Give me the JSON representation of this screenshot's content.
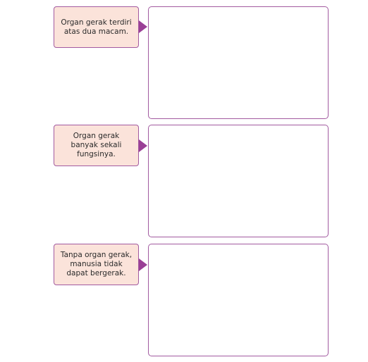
{
  "rows": [
    {
      "prompt": "Organ gerak terdiri atas dua macam."
    },
    {
      "prompt": "Organ gerak banyak sekali fungsinya."
    },
    {
      "prompt": "Tanpa organ gerak, manusia tidak dapat bergerak."
    }
  ],
  "colors": {
    "prompt_fill": "#fbe3da",
    "border": "#a25aa0",
    "arrow": "#9a3f96"
  },
  "icons": {
    "connector": "right-arrow-icon"
  }
}
